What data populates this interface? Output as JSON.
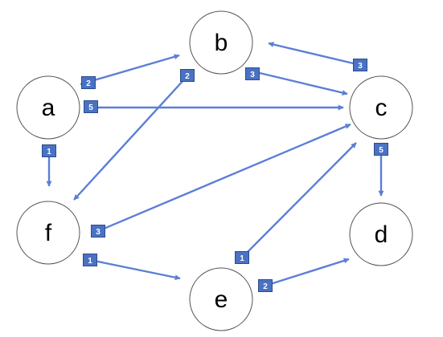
{
  "colors": {
    "edge": "#5b7fd6",
    "weight_box": "#4a72c4",
    "weight_text": "#ffffff",
    "node_stroke": "#555555"
  },
  "nodes": [
    {
      "id": "a",
      "label": "a"
    },
    {
      "id": "b",
      "label": "b"
    },
    {
      "id": "c",
      "label": "c"
    },
    {
      "id": "d",
      "label": "d"
    },
    {
      "id": "e",
      "label": "e"
    },
    {
      "id": "f",
      "label": "f"
    }
  ],
  "edges": [
    {
      "from": "a",
      "to": "b",
      "weight": "2"
    },
    {
      "from": "a",
      "to": "c",
      "weight": "5"
    },
    {
      "from": "a",
      "to": "f",
      "weight": "1"
    },
    {
      "from": "b",
      "to": "c",
      "weight": "3"
    },
    {
      "from": "b",
      "to": "f",
      "weight": "2"
    },
    {
      "from": "c",
      "to": "b",
      "weight": "3"
    },
    {
      "from": "c",
      "to": "d",
      "weight": "5"
    },
    {
      "from": "f",
      "to": "c",
      "weight": "3"
    },
    {
      "from": "f",
      "to": "e",
      "weight": "1"
    },
    {
      "from": "e",
      "to": "c",
      "weight": "1"
    },
    {
      "from": "e",
      "to": "d",
      "weight": "2"
    }
  ]
}
